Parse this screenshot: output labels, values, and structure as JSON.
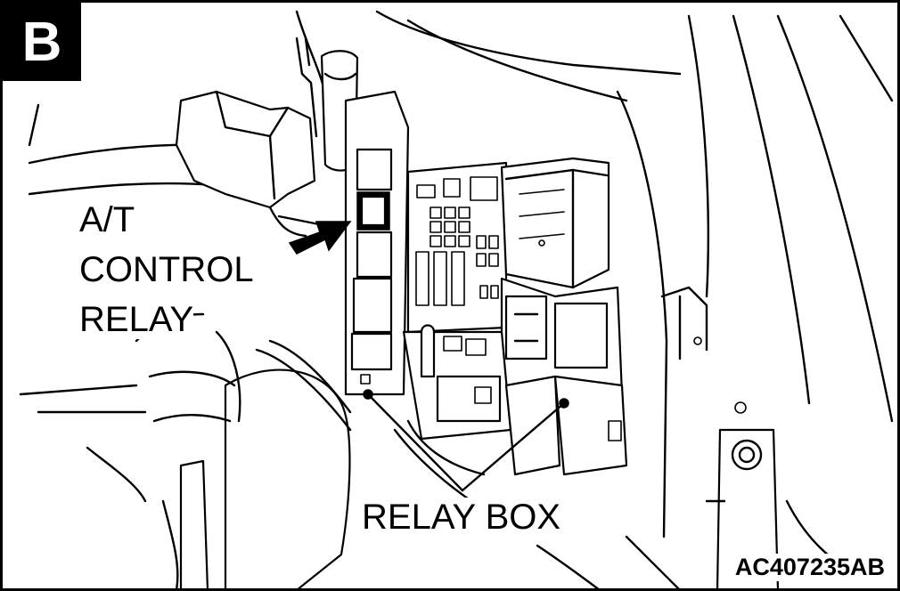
{
  "view_letter": "B",
  "callouts": {
    "at_control_relay": [
      "A/T",
      "CONTROL",
      "RELAY"
    ],
    "relay_box": "RELAY BOX"
  },
  "figure_code": "AC407235AB",
  "colors": {
    "ink": "#000000",
    "paper": "#ffffff"
  }
}
